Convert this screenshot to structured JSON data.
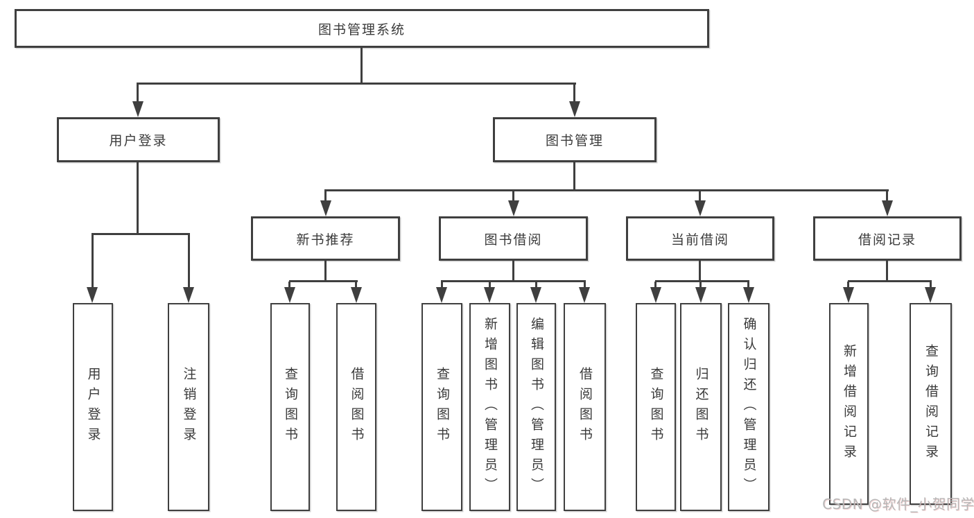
{
  "nodes": {
    "root": "图书管理系统",
    "l2": [
      "用户登录",
      "图书管理"
    ],
    "l3": [
      "新书推荐",
      "图书借阅",
      "当前借阅",
      "借阅记录"
    ],
    "leaves": [
      "用户登录",
      "注销登录",
      "查询图书",
      "借阅图书",
      "查询图书",
      "新增图书（管理员）",
      "编辑图书（管理员）",
      "借阅图书",
      "查询图书",
      "归还图书",
      "确认归还（管理员）",
      "新增借阅记录",
      "查询借阅记录"
    ]
  },
  "hierarchy": {
    "图书管理系统": [
      "用户登录",
      "图书管理"
    ],
    "用户登录": [
      "用户登录",
      "注销登录"
    ],
    "图书管理": [
      "新书推荐",
      "图书借阅",
      "当前借阅",
      "借阅记录"
    ],
    "新书推荐": [
      "查询图书",
      "借阅图书"
    ],
    "图书借阅": [
      "查询图书",
      "新增图书（管理员）",
      "编辑图书（管理员）",
      "借阅图书"
    ],
    "当前借阅": [
      "查询图书",
      "归还图书",
      "确认归还（管理员）"
    ],
    "借阅记录": [
      "新增借阅记录",
      "查询借阅记录"
    ]
  },
  "watermark": {
    "text": "CSDN @软件_小贺同学"
  },
  "colors": {
    "background": "#ffffff",
    "line": "#3f3f3f",
    "box_border": "#3f3f3f",
    "box_background": "#ffffff",
    "text": "#3a3a3a",
    "watermark_text": "#b7b7b7"
  }
}
